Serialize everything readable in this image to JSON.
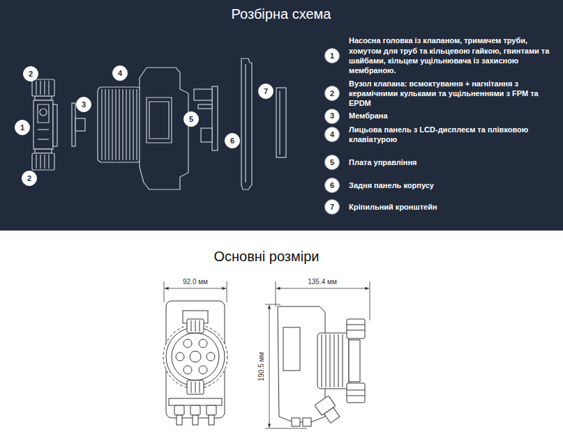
{
  "diagram": {
    "title": "Розбірна схема",
    "nodes": [
      {
        "text": [
          "2"
        ]
      },
      {
        "text": [
          "4"
        ]
      },
      {
        "text": [
          "7"
        ]
      },
      {
        "text": [
          "3"
        ]
      },
      {
        "text": [
          "5"
        ]
      },
      {
        "text": [
          "1"
        ]
      },
      {
        "text": [
          "6"
        ]
      },
      {
        "text": [
          "2"
        ]
      },
      {
        "text": [
          "1"
        ]
      },
      {
        "text": [
          "2"
        ]
      },
      {
        "text": [
          "3"
        ]
      },
      {
        "text": [
          "4"
        ]
      },
      {
        "text": [
          "5"
        ]
      },
      {
        "text": [
          "6"
        ]
      },
      {
        "text": [
          "7"
        ]
      }
    ],
    "labels": [
      "Насосна головка із клапаном, тримачем труби, хомутом для труб та кільцевою гайкою, гвинтами та шайбами, кільцем ущільнювача із захисною мембраною.",
      "Вузол клапана: всмоктування + нагнітання з керамічними кульками та ущільненнями з FPM та EPDM",
      "Мембрана",
      "Лицьова панель з LCD-дисплеєм та плівковою клавіатурою",
      "Плата управління",
      "Задня панель корпусу",
      "Кріпильний кронштейн",
      "Основні розміри",
      "92.0 мм",
      "135.4 мм",
      "190.5 мм"
    ]
  }
}
